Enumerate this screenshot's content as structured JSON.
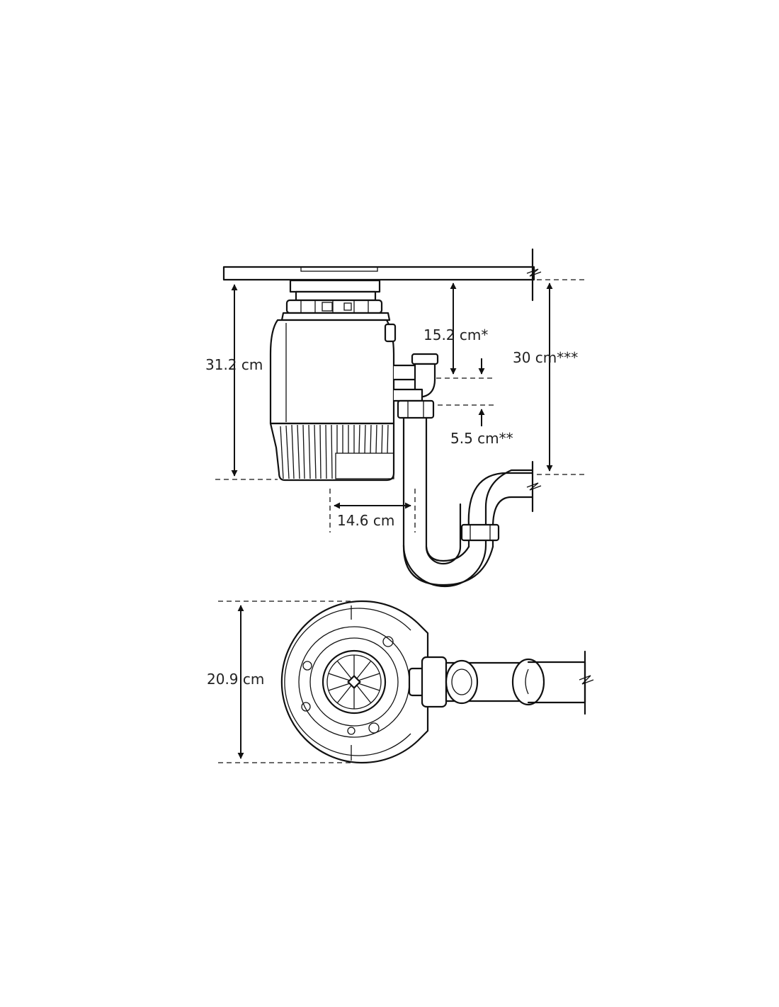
{
  "dimensions": {
    "unit_height": "31.2 cm",
    "top_to_inlet": "15.2 cm*",
    "drain_height": "30 cm***",
    "inlet_offset": "5.5 cm**",
    "outlet_distance": "14.6 cm",
    "unit_diameter": "20.9 cm"
  }
}
